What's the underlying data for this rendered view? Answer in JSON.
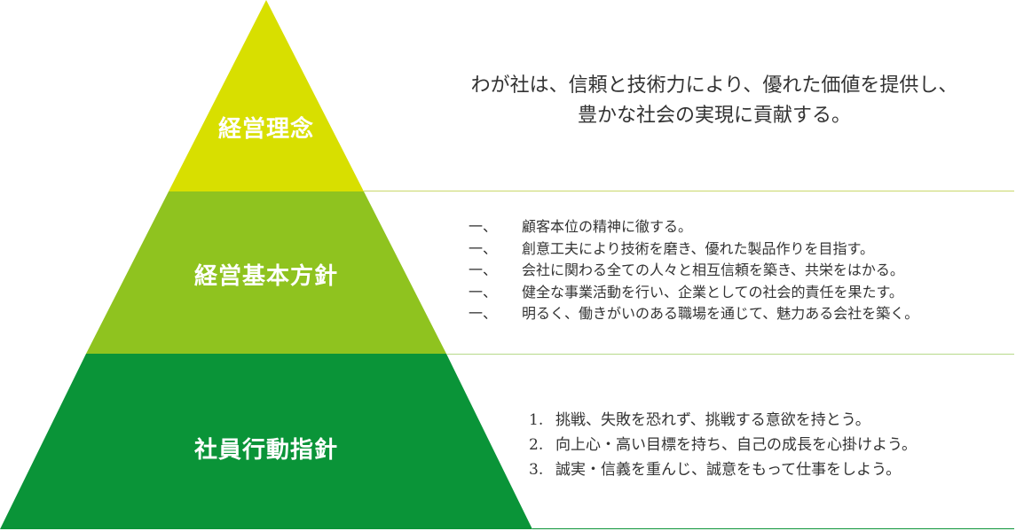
{
  "tiers": [
    {
      "label": "経営理念",
      "color": "#d8df00"
    },
    {
      "label": "経営基本方針",
      "color": "#8fc31f"
    },
    {
      "label": "社員行動指針",
      "color": "#0a9438"
    }
  ],
  "divider_colors": [
    "#c9d86b",
    "#b7d98a",
    "#0a9438"
  ],
  "philosophy": {
    "line1": "わが社は、信頼と技術力により、優れた価値を提供し、",
    "line2": "豊かな社会の実現に貢献する。"
  },
  "basic_policy": {
    "items": [
      {
        "mark": "一、",
        "text": "顧客本位の精神に徹する。"
      },
      {
        "mark": "一、",
        "text": "創意工夫により技術を磨き、優れた製品作りを目指す。"
      },
      {
        "mark": "一、",
        "text": "会社に関わる全ての人々と相互信頼を築き、共栄をはかる。"
      },
      {
        "mark": "一、",
        "text": "健全な事業活動を行い、企業としての社会的責任を果たす。"
      },
      {
        "mark": "一、",
        "text": "明るく、働きがいのある職場を通じて、魅力ある会社を築く。"
      }
    ]
  },
  "conduct_guidelines": {
    "items": [
      {
        "num": "1.",
        "text": "挑戦、失敗を恐れず、挑戦する意欲を持とう。"
      },
      {
        "num": "2.",
        "text": "向上心・高い目標を持ち、自己の成長を心掛けよう。"
      },
      {
        "num": "3.",
        "text": "誠実・信義を重んじ、誠意をもって仕事をしよう。"
      }
    ]
  }
}
